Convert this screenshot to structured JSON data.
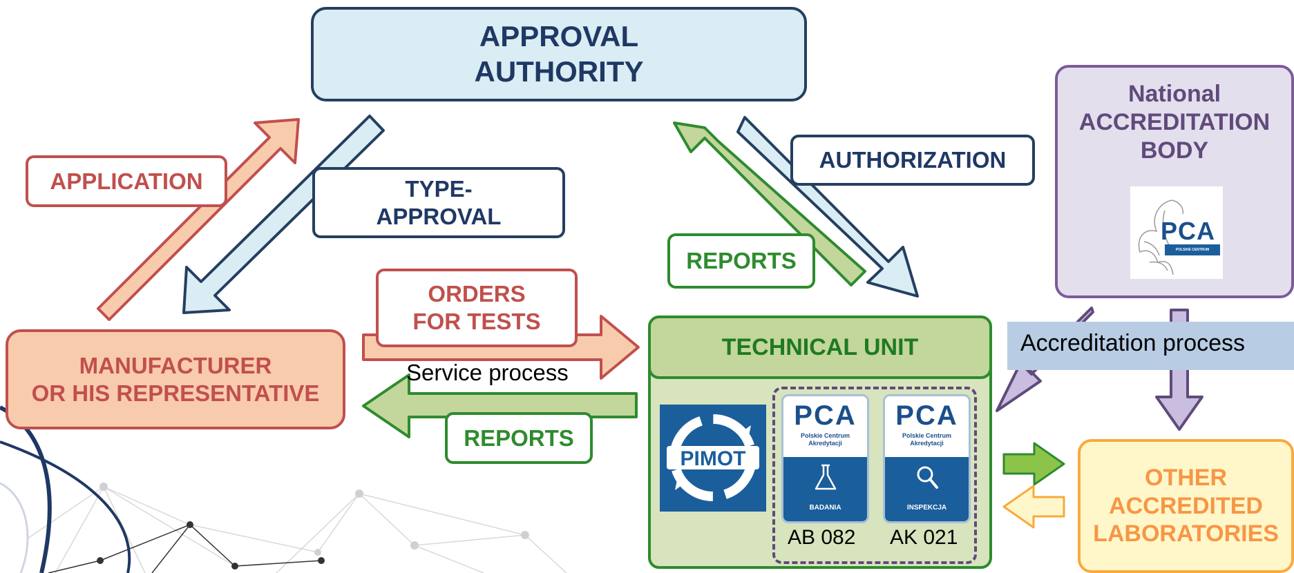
{
  "approval_authority": {
    "line1": "APPROVAL",
    "line2": "AUTHORITY"
  },
  "manufacturer": {
    "line1": "MANUFACTURER",
    "line2": "OR HIS REPRESENTATIVE"
  },
  "national_body": {
    "line1": "National",
    "line2": "ACCREDITATION",
    "line3": "BODY"
  },
  "other_labs": {
    "line1": "OTHER",
    "line2": "ACCREDITED",
    "line3": "LABORATORIES"
  },
  "technical_unit": {
    "title": "TECHNICAL UNIT",
    "pimot_logo_text": "PIMOT",
    "badges": [
      {
        "logo": "PCA",
        "org_line1": "Polskie Centrum",
        "org_line2": "Akredytacji",
        "kind": "BADANIA",
        "code": "AB 082",
        "icon": "flask-icon"
      },
      {
        "logo": "PCA",
        "org_line1": "Polskie Centrum",
        "org_line2": "Akredytacji",
        "kind": "INSPEKCJA",
        "code": "AK 021",
        "icon": "magnifier-icon"
      }
    ]
  },
  "nab_logo": {
    "logo": "PCA",
    "strip_text": "POLSKIE CENTRUM AKREDYTACJI"
  },
  "labels": {
    "application": "APPLICATION",
    "type_approval_line1": "TYPE-",
    "type_approval_line2": "APPROVAL",
    "authorization": "AUTHORIZATION",
    "reports_top": "REPORTS",
    "orders_line1": "ORDERS",
    "orders_line2": "FOR TESTS",
    "reports_bottom": "REPORTS",
    "service_process": "Service process",
    "accreditation_process": "Accreditation process"
  },
  "colors": {
    "navy": "#243f60",
    "red": "#c0504d",
    "green": "#2e8b2e",
    "purple": "#7a5c98",
    "orange": "#f9a93d",
    "light_blue": "#daedf4",
    "peach": "#f9cbad",
    "light_green": "#c3d69b"
  }
}
